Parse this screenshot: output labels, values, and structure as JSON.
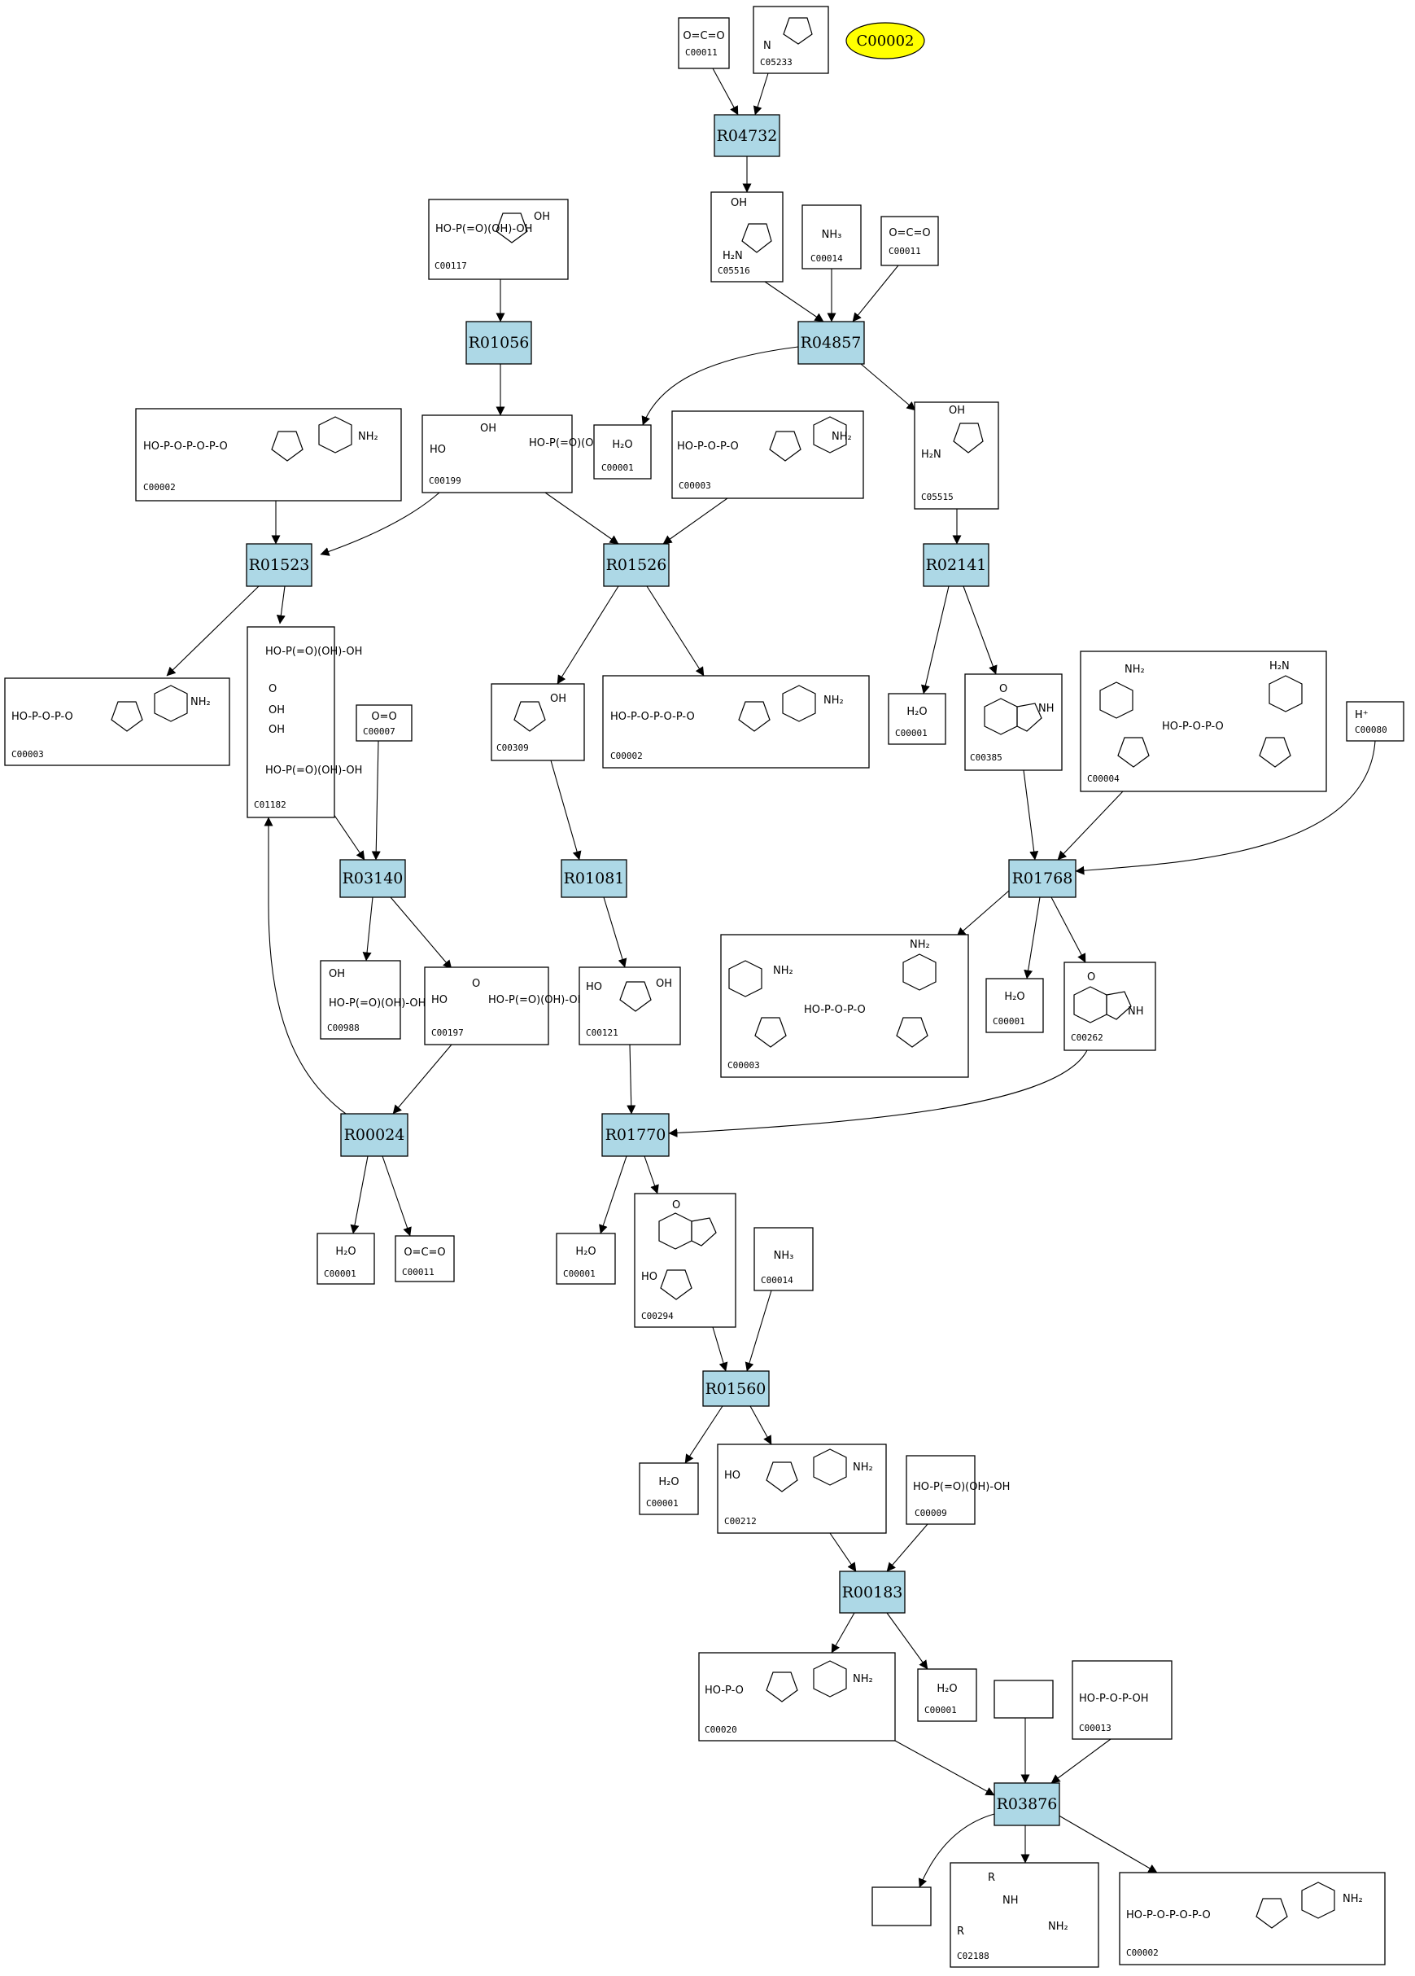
{
  "highlight": {
    "label": "C00002"
  },
  "reactions": {
    "R04732": "R04732",
    "R04857": "R04857",
    "R01056": "R01056",
    "R01523": "R01523",
    "R01526": "R01526",
    "R02141": "R02141",
    "R03140": "R03140",
    "R01081": "R01081",
    "R01768": "R01768",
    "R00024": "R00024",
    "R01770": "R01770",
    "R01560": "R01560",
    "R00183": "R00183",
    "R03876": "R03876"
  },
  "compounds": {
    "n1": "C00011",
    "n2": "C05233",
    "n3": "C05516",
    "n4": "C00014",
    "n5": "C00011",
    "n6": "C00117",
    "n7": "C00002",
    "n8": "C00199",
    "n9": "C00001",
    "n10": "C00003",
    "n11": "C05515",
    "n12": "C00003",
    "n13": "C01182",
    "n14": "C00007",
    "n15": "C00309",
    "n16": "C00002",
    "n17": "C00001",
    "n18": "C00385",
    "n19": "C00004",
    "n20": "C00080",
    "n21": "C00988",
    "n22": "C00197",
    "n23": "C00121",
    "n24": "C00003",
    "n25": "C00001",
    "n26": "C00262",
    "n27": "C00001",
    "n28": "C00011",
    "n29": "C00001",
    "n30": "C00294",
    "n31": "C00014",
    "n32": "C00001",
    "n33": "C00212",
    "n34": "C00009",
    "n35": "C00020",
    "n36": "C00001",
    "n37": "C00013",
    "n38": "C02188",
    "n39": "C00002"
  },
  "chem_text": {
    "water": "H₂O",
    "co2": "O=C=O",
    "o2": "O=O",
    "ammonia": "NH₃",
    "proton": "H⁺",
    "phosphate": "HO-P(=O)(OH)-OH",
    "pyrophosphate": "HO-P-O-P-OH",
    "imidazole": "N",
    "atp_tail": "HO-P-O-P-O-P-O",
    "adp_tail": "HO-P-O-P-O",
    "amp_tail": "HO-P-O",
    "adenine": "NH₂",
    "nh2": "NH₂",
    "oh": "OH",
    "ho": "HO",
    "nicotinamide": "NH₂",
    "o": "O",
    "r": "R",
    "nh": "NH",
    "h2n": "H₂N"
  }
}
